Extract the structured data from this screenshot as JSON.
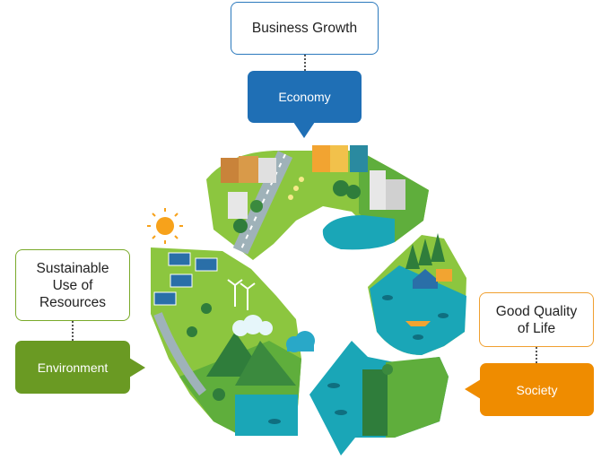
{
  "economy": {
    "title": "Business Growth",
    "label": "Economy",
    "color": "#1f6fb5"
  },
  "environment": {
    "title": "Sustainable Use of Resources",
    "title_lines": [
      "Sustainable",
      "Use of",
      "Resources"
    ],
    "label": "Environment",
    "color": "#6a9a23"
  },
  "society": {
    "title": "Good Quality of Life",
    "title_lines": [
      "Good Quality",
      "of Life"
    ],
    "label": "Society",
    "color": "#ef8c00"
  },
  "colors": {
    "green_light": "#8cc63f",
    "green": "#5fae3c",
    "green_dark": "#2f7d3b",
    "water": "#1aa6b7",
    "water_dark": "#0f8ea0",
    "sun": "#f7a21b",
    "cloud": "#29a8c8",
    "road": "#9fb2b9",
    "building_orange": "#f2a431",
    "building_teal": "#2a8aa0",
    "building_gray": "#d9d9d9"
  },
  "icons": [
    "recycle-arrows-icon",
    "sun-icon",
    "cloud-icon",
    "solar-panel-icon",
    "wind-turbine-icon",
    "tree-icon",
    "building-icon",
    "house-icon",
    "fish-icon",
    "boat-icon",
    "mountain-icon"
  ]
}
